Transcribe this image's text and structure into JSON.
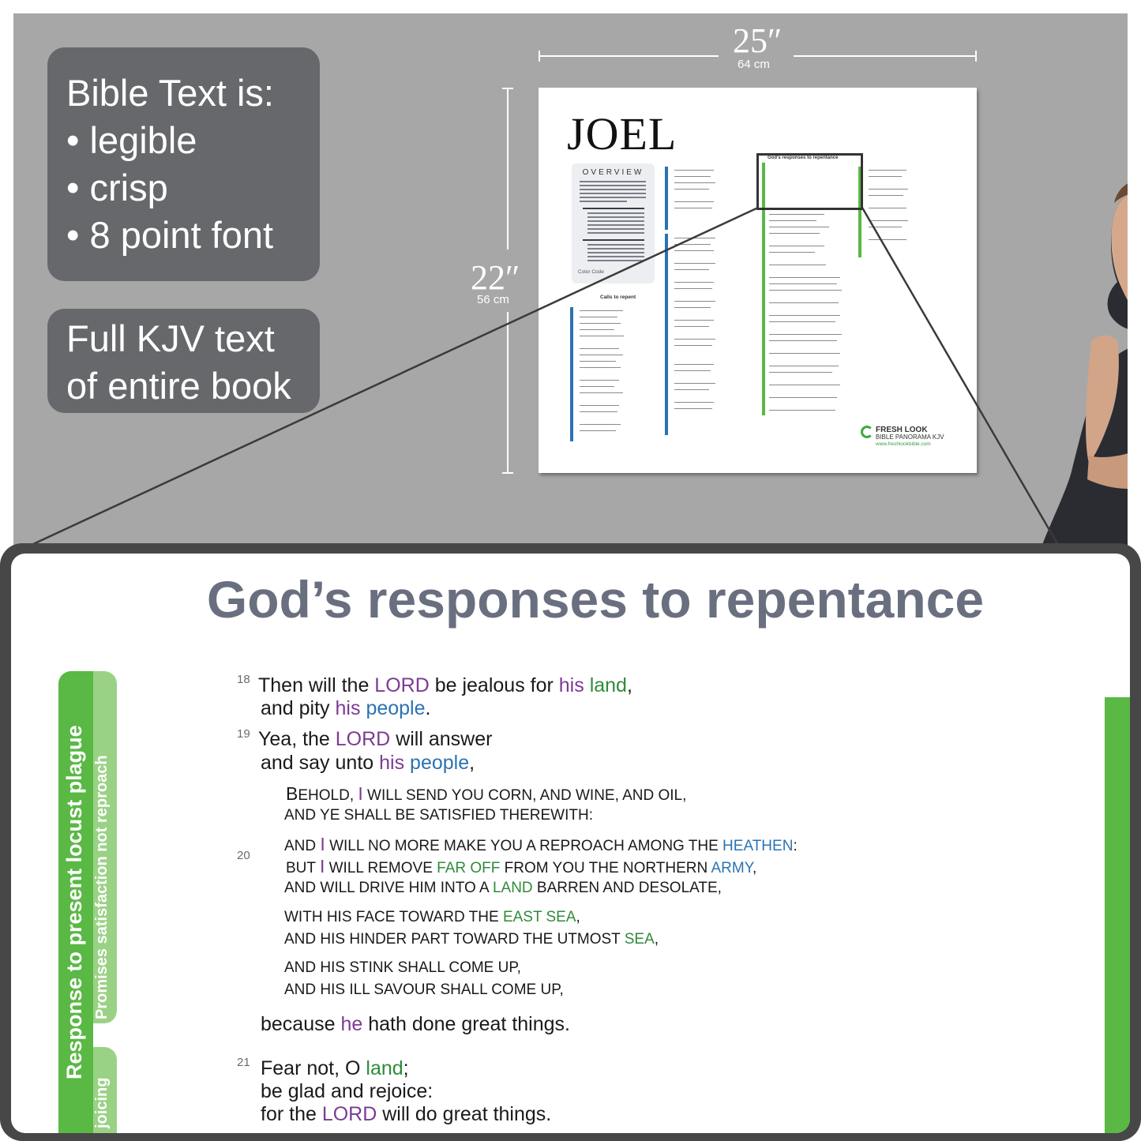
{
  "callouts": {
    "first": [
      "Bible Text is:",
      "• legible",
      "• crisp",
      "• 8 point font"
    ],
    "second": [
      "Full KJV text",
      "of entire book"
    ]
  },
  "dimensions": {
    "width_in": "25″",
    "width_cm": "64 cm",
    "height_in": "22″",
    "height_cm": "56 cm"
  },
  "poster": {
    "title": "JOEL",
    "overview_title": "OVERVIEW",
    "color_code_label": "Color Code",
    "calls_label": "Calls to repent",
    "gods_label": "God's responses to repentance",
    "logo_line1": "FRESH LOOK",
    "logo_line2": "BIBLE PANORAMA KJV",
    "logo_line3": "www.freshlookbible.com"
  },
  "panel": {
    "heading": "God’s responses to repentance",
    "tab_main": "Response to present locust plague",
    "tab_sub": "Promises satisfaction not reproach",
    "tab_sub2": "joicing",
    "verse_numbers": {
      "v18": "18",
      "v19": "19",
      "v20": "20",
      "v21": "21"
    },
    "lines": {
      "l1": [
        "Then will the ",
        "LORD",
        " be jealous for ",
        "his",
        " ",
        "land",
        ","
      ],
      "l2": [
        "and pity ",
        "his",
        " ",
        "people",
        "."
      ],
      "l3": [
        "Yea, the ",
        "LORD",
        " will answer"
      ],
      "l4": [
        "and say unto ",
        "his",
        " ",
        "people",
        ","
      ],
      "l5": [
        "B",
        "EHOLD",
        ", ",
        "I",
        " WILL SEND YOU CORN, AND WINE, AND OIL,"
      ],
      "l6": "AND YE SHALL BE SATISFIED THEREWITH:",
      "l7": [
        "AND ",
        "I",
        " WILL NO MORE MAKE YOU A REPROACH AMONG THE ",
        "HEATHEN",
        ":"
      ],
      "l8": [
        "BUT ",
        "I",
        " WILL REMOVE ",
        "FAR OFF",
        " FROM YOU THE NORTHERN ",
        "ARMY",
        ","
      ],
      "l9": [
        "AND WILL DRIVE HIM INTO A ",
        "LAND",
        " BARREN AND DESOLATE,"
      ],
      "l10": [
        "WITH HIS FACE TOWARD THE ",
        "EAST SEA",
        ","
      ],
      "l11": [
        "AND HIS HINDER PART TOWARD THE UTMOST ",
        "SEA",
        ","
      ],
      "l12": "AND HIS STINK SHALL COME UP,",
      "l13": "AND HIS ILL SAVOUR SHALL COME UP,",
      "l14": [
        "because ",
        "he",
        " hath done great things."
      ],
      "l15": [
        "Fear not, O ",
        "land",
        ";"
      ],
      "l16": "be glad and rejoice:",
      "l17": [
        "for the ",
        "LORD",
        " will do great things."
      ]
    }
  },
  "colors": {
    "background_gray": "#a7a7a7",
    "callout_gray": "#67686b",
    "heading_slate": "#6a6f80",
    "green_tab": "#5ab845",
    "light_green_tab": "#9ad285",
    "purple_text": "#7b3b94",
    "green_text": "#2f8b3a",
    "blue_text": "#2b73b2"
  }
}
